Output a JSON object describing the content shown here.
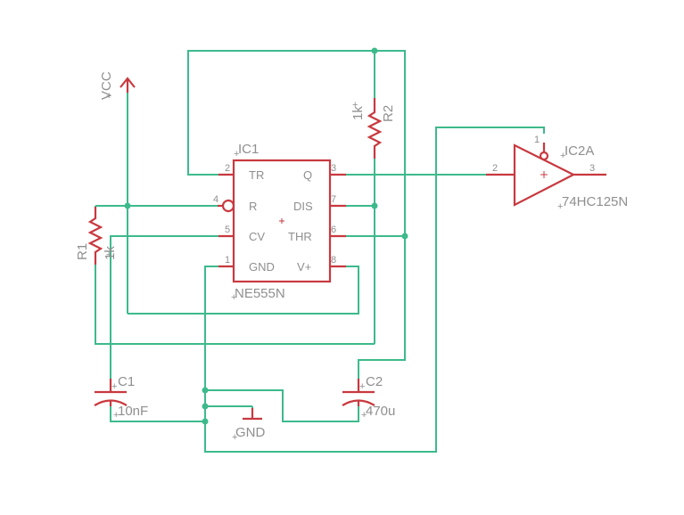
{
  "ic1": {
    "name": "IC1",
    "value": "NE555N",
    "pins": {
      "tr": {
        "num": "2",
        "name": "TR"
      },
      "q": {
        "num": "3",
        "name": "Q"
      },
      "r": {
        "num": "4",
        "name": "R"
      },
      "dis": {
        "num": "7",
        "name": "DIS"
      },
      "cv": {
        "num": "5",
        "name": "CV"
      },
      "thr": {
        "num": "6",
        "name": "THR"
      },
      "gnd": {
        "num": "1",
        "name": "GND"
      },
      "vplus": {
        "num": "8",
        "name": "V+"
      }
    }
  },
  "ic2": {
    "name": "IC2A",
    "value": "74HC125N",
    "pins": {
      "oe": "1",
      "in": "2",
      "out": "3"
    }
  },
  "r1": {
    "name": "R1",
    "value": "1k"
  },
  "r2": {
    "name": "R2",
    "value": "1k"
  },
  "c1": {
    "name": "C1",
    "value": "10nF"
  },
  "c2": {
    "name": "C2",
    "value": "470u"
  },
  "supply": {
    "vcc": "VCC",
    "gnd": "GND"
  },
  "colors": {
    "wire": "#3dba8c",
    "part": "#c8393f",
    "label": "#8f8f8f"
  }
}
